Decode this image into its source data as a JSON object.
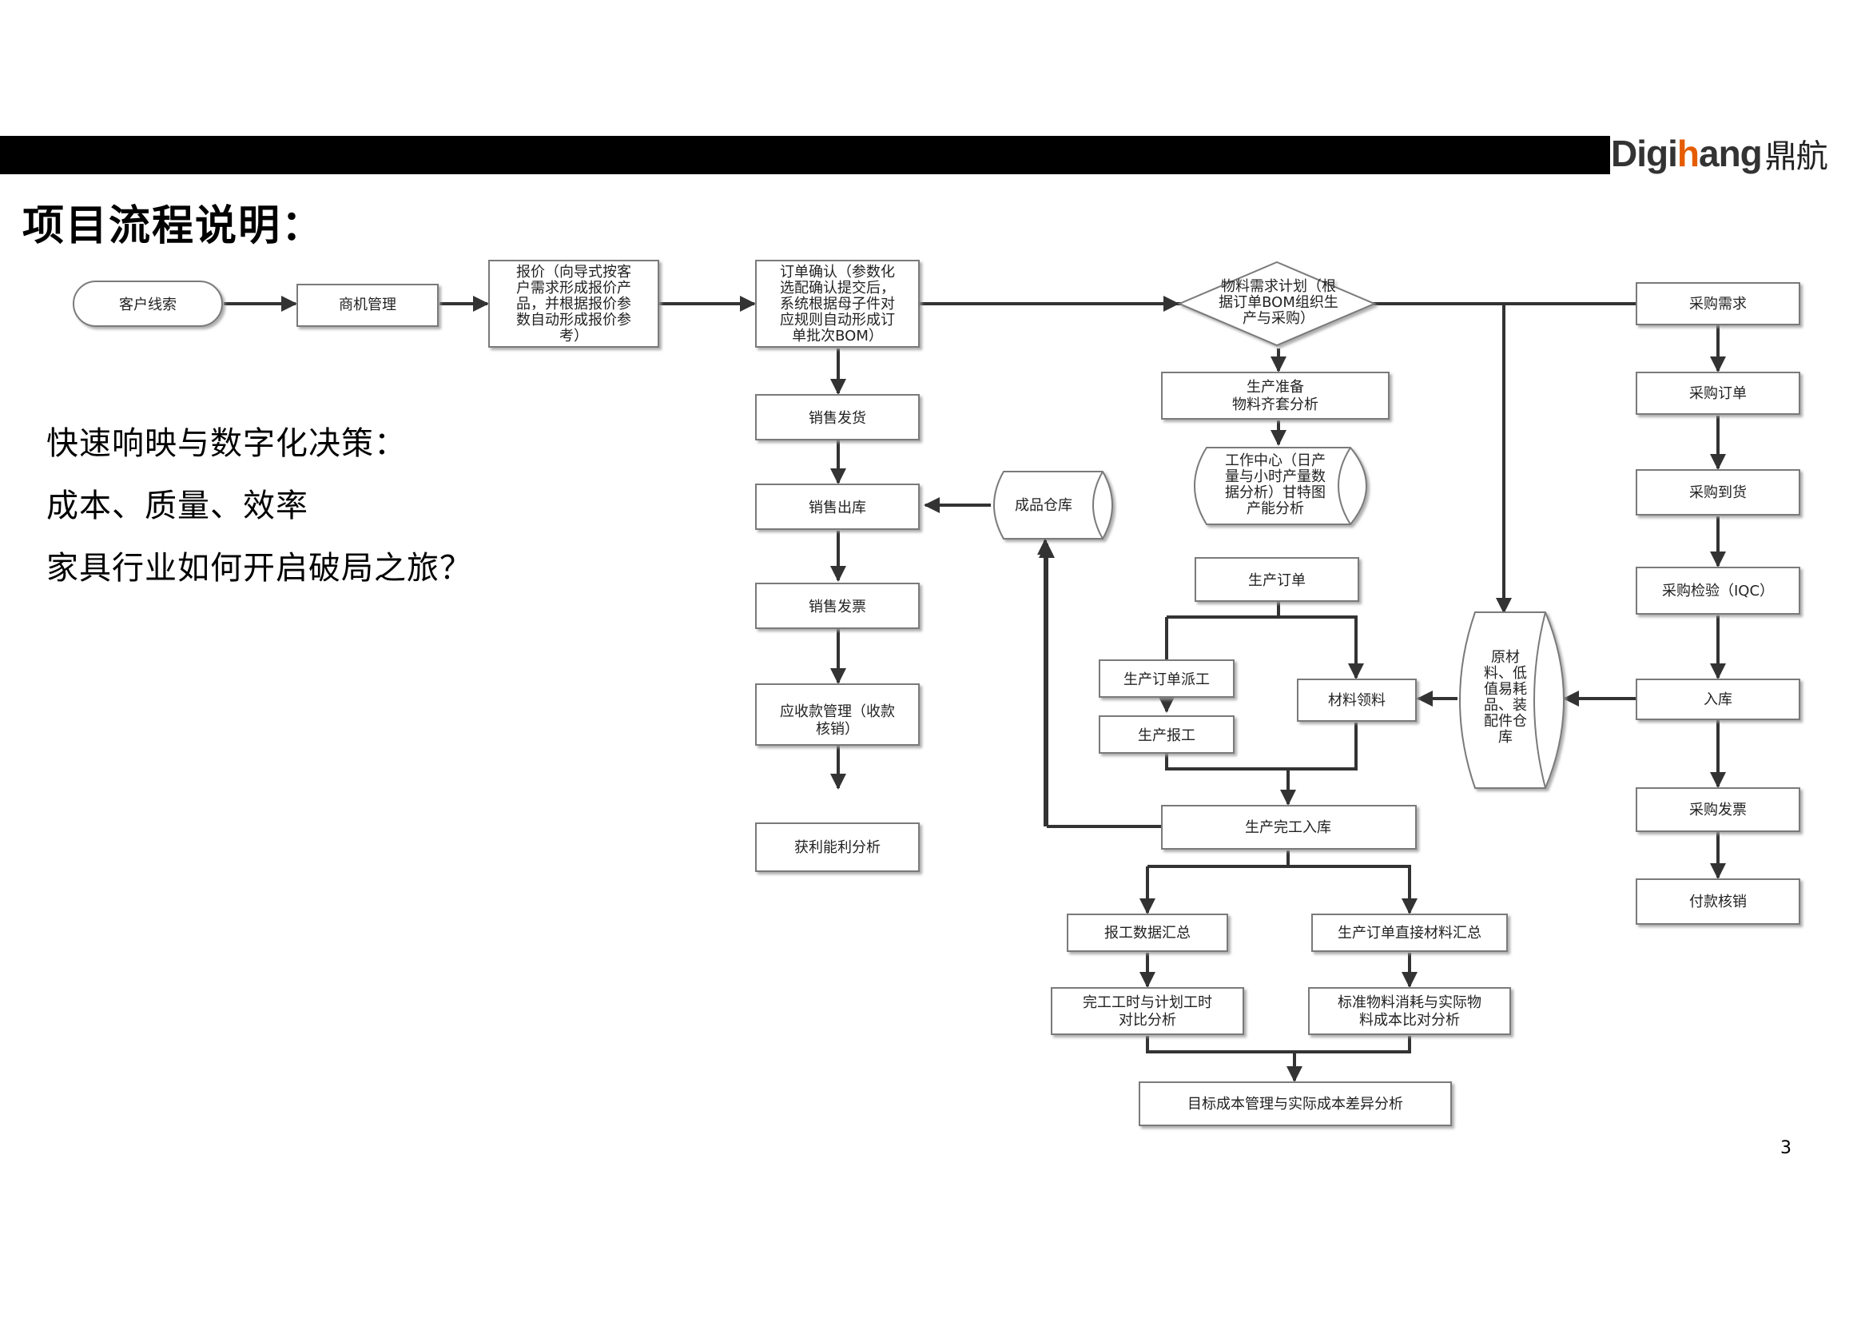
{
  "header": {
    "logo_latin_1": "Digi",
    "logo_latin_2": "h",
    "logo_latin_3": "ang",
    "logo_cn": "鼎航"
  },
  "title": "项目流程说明：",
  "lead_lines": [
    "快速响映与数字化决策：",
    "成本、质量、效率",
    "家具行业如何开启破局之旅？"
  ],
  "page_number": "3",
  "nodes": {
    "customer_lead": "客户线索",
    "opportunity": "商机管理",
    "quotation": [
      "报价（向导式按客",
      "户需求形成报价产",
      "品，并根据报价参",
      "数自动形成报价参",
      "考）"
    ],
    "order_confirm": [
      "订单确认（参数化",
      "选配确认提交后，",
      "系统根据母子件对",
      "应规则自动形成订",
      "单批次BOM）"
    ],
    "mrp": [
      "物料需求计划（根",
      "据订单BOM组织生",
      "产与采购）"
    ],
    "prod_prep": [
      "生产准备",
      "物料齐套分析"
    ],
    "work_center": [
      "工作中心（日产",
      "量与小时产量数",
      "据分析）甘特图",
      "产能分析"
    ],
    "prod_order": "生产订单",
    "dispatch": "生产订单派工",
    "prod_report": "生产报工",
    "material_issue": "材料领料",
    "raw_warehouse": [
      "原材",
      "料、低",
      "值易耗",
      "品、装",
      "配件仓",
      "库"
    ],
    "completion": "生产完工入库",
    "report_summary": "报工数据汇总",
    "direct_material": "生产订单直接材料汇总",
    "hours_compare": [
      "完工工时与计划工时",
      "对比分析"
    ],
    "cost_compare": [
      "标准物料消耗与实际物",
      "料成本比对分析"
    ],
    "cost_variance": "目标成本管理与实际成本差异分析",
    "sales_delivery": "销售发货",
    "sales_outbound": "销售出库",
    "fg_warehouse": "成品仓库",
    "sales_invoice": "销售发票",
    "receivables": [
      "应收款管理（收款",
      "核销）"
    ],
    "profit": "获利能利分析",
    "purchase_req": "采购需求",
    "purchase_order": "采购订单",
    "purchase_arrival": "采购到货",
    "purchase_iqc": "采购检验（IQC）",
    "stock_in": "入库",
    "purchase_invoice": "采购发票",
    "payment": "付款核销"
  }
}
